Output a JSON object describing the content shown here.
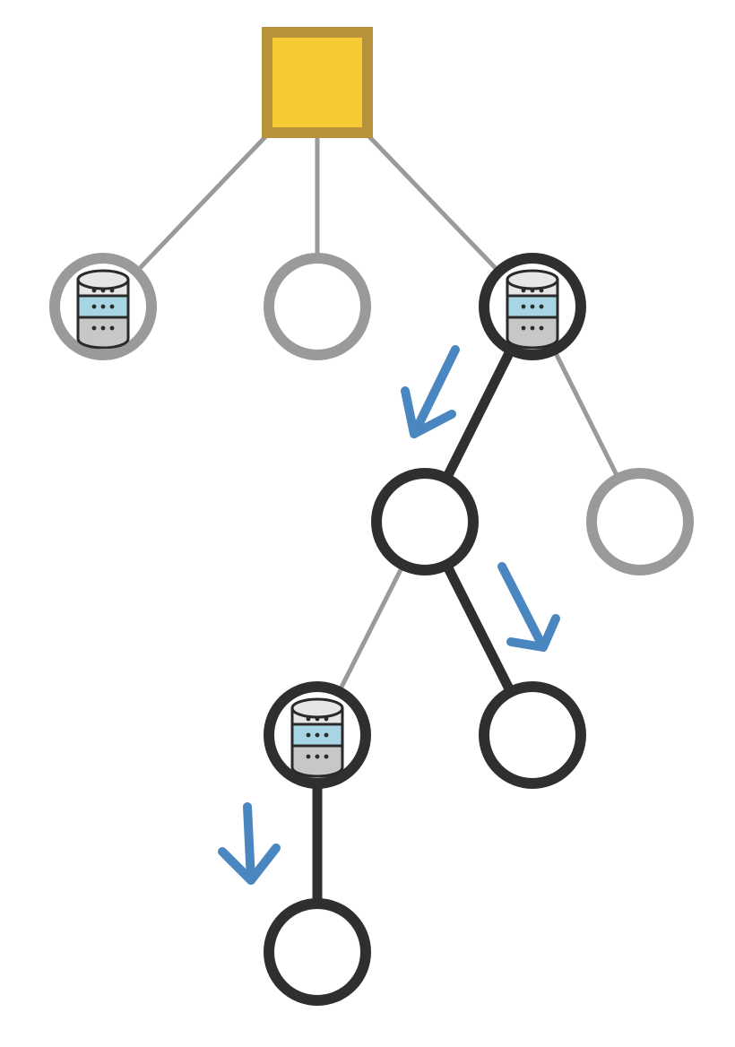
{
  "diagram": {
    "type": "tree",
    "colors": {
      "background": "#ffffff",
      "root_fill": "#f7c934",
      "root_border": "#b6923a",
      "inactive": "#9a9a9a",
      "active": "#2f2f2f",
      "arrow": "#4a86bf",
      "db_top": "#e6e6e6",
      "db_middle": "#a8d5e3",
      "db_bottom": "#c7c7c7",
      "db_outline": "#2a2a2a"
    },
    "root": {
      "shape": "square",
      "icon": "root-square"
    },
    "nodes": [
      {
        "id": "n1",
        "state": "inactive",
        "icon": "database-icon"
      },
      {
        "id": "n2",
        "state": "inactive",
        "icon": null
      },
      {
        "id": "n3",
        "state": "active",
        "icon": "database-icon"
      },
      {
        "id": "n4",
        "state": "active",
        "icon": null
      },
      {
        "id": "n5",
        "state": "inactive",
        "icon": null
      },
      {
        "id": "n6",
        "state": "active",
        "icon": "database-icon"
      },
      {
        "id": "n7",
        "state": "active",
        "icon": null
      },
      {
        "id": "n8",
        "state": "active",
        "icon": null
      }
    ],
    "edges": [
      {
        "from": "root",
        "to": "n1",
        "state": "inactive"
      },
      {
        "from": "root",
        "to": "n2",
        "state": "inactive"
      },
      {
        "from": "root",
        "to": "n3",
        "state": "inactive"
      },
      {
        "from": "n3",
        "to": "n4",
        "state": "active"
      },
      {
        "from": "n3",
        "to": "n5",
        "state": "inactive"
      },
      {
        "from": "n4",
        "to": "n6",
        "state": "inactive"
      },
      {
        "from": "n4",
        "to": "n7",
        "state": "active"
      },
      {
        "from": "n6",
        "to": "n8",
        "state": "active"
      }
    ],
    "arrows": [
      {
        "along": "n3-n4",
        "icon": "arrow-down-left-icon"
      },
      {
        "along": "n4-n7",
        "icon": "arrow-down-right-icon"
      },
      {
        "along": "n6-n8",
        "icon": "arrow-down-icon"
      }
    ]
  }
}
